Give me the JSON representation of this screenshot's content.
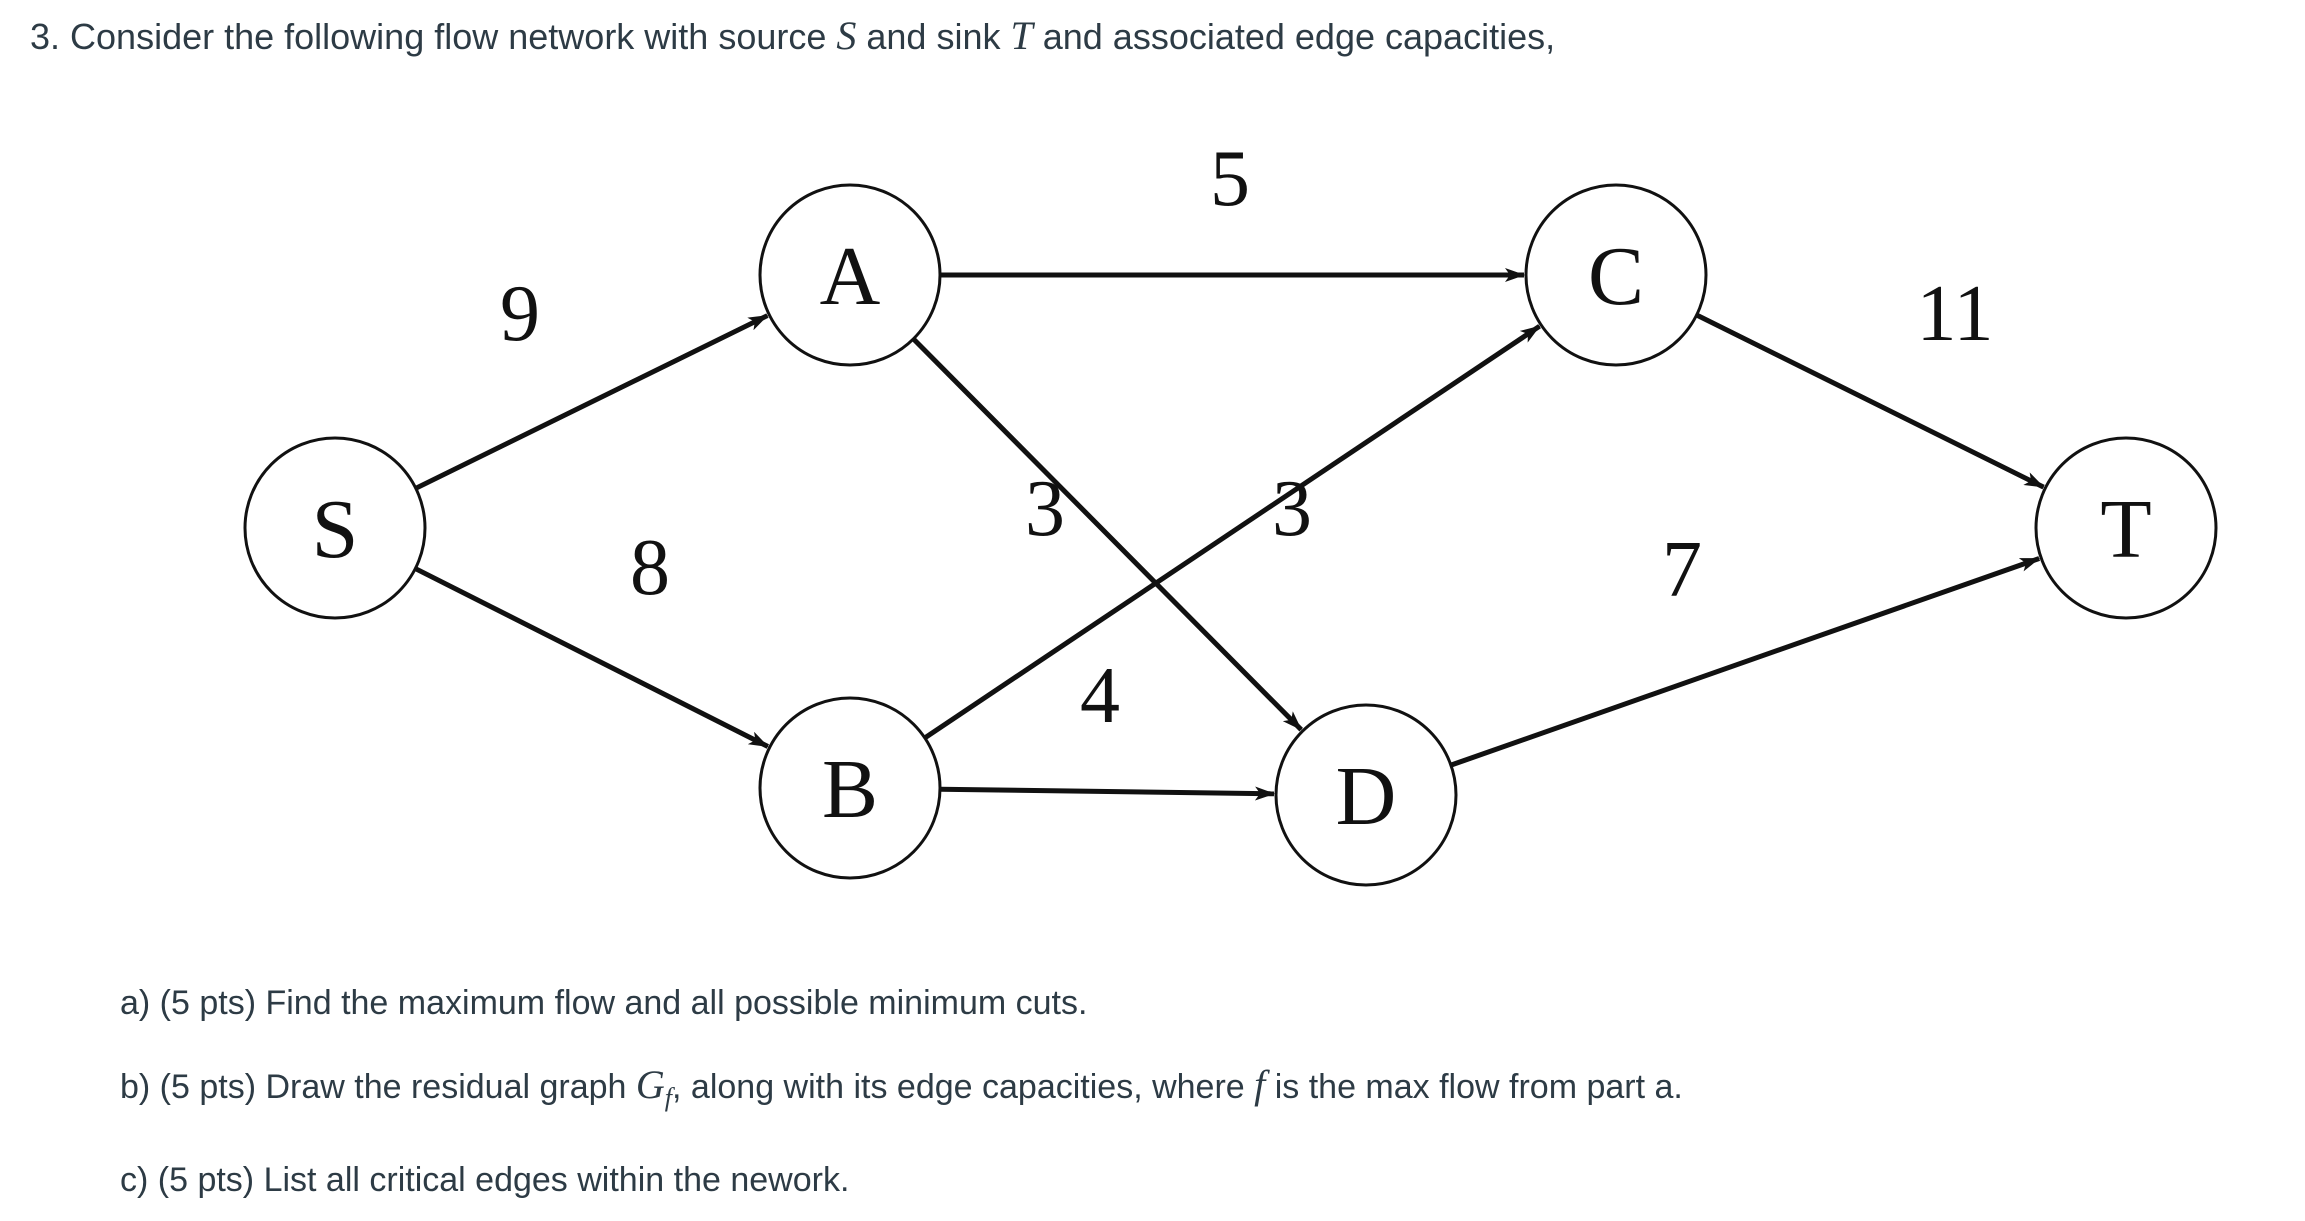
{
  "question": {
    "prefix": "3. Consider the following flow network with source ",
    "source_symbol": "S",
    "mid1": " and sink ",
    "sink_symbol": "T",
    "suffix": " and associated edge capacities,"
  },
  "graph": {
    "nodes": [
      {
        "id": "S",
        "label": "S"
      },
      {
        "id": "A",
        "label": "A"
      },
      {
        "id": "B",
        "label": "B"
      },
      {
        "id": "C",
        "label": "C"
      },
      {
        "id": "D",
        "label": "D"
      },
      {
        "id": "T",
        "label": "T"
      }
    ],
    "edges": [
      {
        "from": "S",
        "to": "A",
        "capacity": "9"
      },
      {
        "from": "S",
        "to": "B",
        "capacity": "8"
      },
      {
        "from": "A",
        "to": "C",
        "capacity": "5"
      },
      {
        "from": "A",
        "to": "D",
        "capacity": "3"
      },
      {
        "from": "B",
        "to": "C",
        "capacity": "3"
      },
      {
        "from": "B",
        "to": "D",
        "capacity": "4"
      },
      {
        "from": "C",
        "to": "T",
        "capacity": "11"
      },
      {
        "from": "D",
        "to": "T",
        "capacity": "7"
      }
    ]
  },
  "parts": {
    "a": "a) (5 pts) Find the maximum flow and all possible minimum cuts.",
    "b_prefix": "b) (5 pts) Draw the residual graph ",
    "b_symbol": "G",
    "b_subscript": "f",
    "b_mid": ", along with its edge capacities, where ",
    "b_f": "f",
    "b_suffix": " is the max flow from part a.",
    "c": "c) (5 pts) List all critical edges within the nework."
  }
}
